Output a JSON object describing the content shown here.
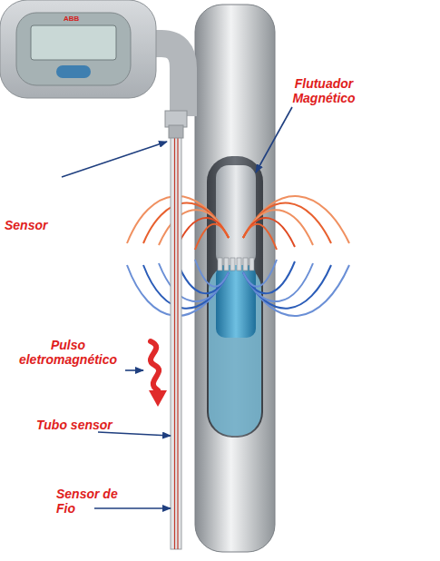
{
  "diagram": {
    "labels": [
      "ABB",
      "Flutuador Magnético",
      "Sensor",
      "Pulso eletromagnético",
      "Tubo sensor",
      "Sensor de Fio"
    ]
  }
}
